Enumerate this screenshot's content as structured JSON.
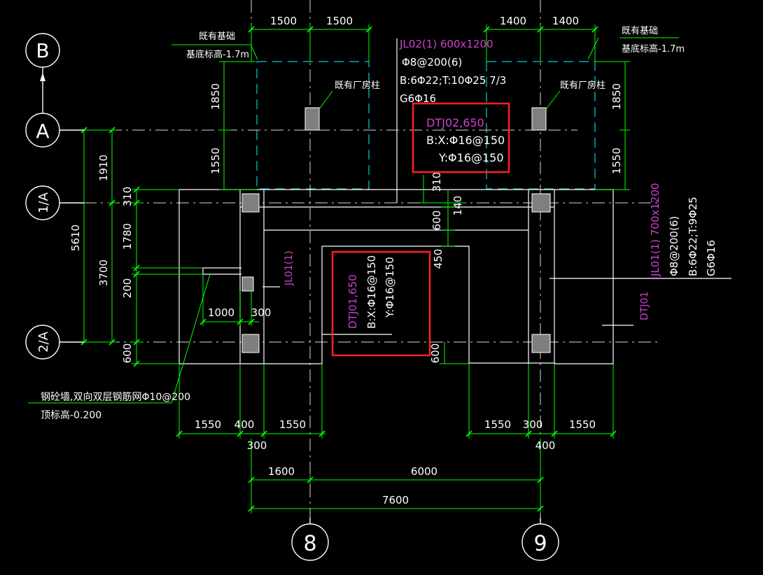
{
  "colors": {
    "background": "#000000",
    "dimension": "#00ff00",
    "axis": "#ffffff",
    "existing": "#00d0d0",
    "label": "#d040d0",
    "highlight": "#ff2020",
    "column": "#7f7f7f"
  },
  "axes": {
    "B": "B",
    "A": "A",
    "A1": "1/A",
    "A2": "2/A",
    "n8": "8",
    "n9": "9"
  },
  "top_dims": {
    "a": "1500",
    "b": "1500",
    "c": "1400",
    "d": "1400"
  },
  "left_dims": {
    "d1850": "1850",
    "d1550": "1550",
    "d1910": "1910",
    "d5610": "5610",
    "d310": "310",
    "d1780": "1780",
    "d3700": "3700",
    "d200": "200",
    "d600": "600"
  },
  "right_dims": {
    "d1850": "1850",
    "d1550": "1550"
  },
  "inner_dims": {
    "d310": "310",
    "d140": "140",
    "d600": "600",
    "d450": "450",
    "d600b": "600",
    "d1000": "1000",
    "d300": "300"
  },
  "bottom_dims": {
    "d1550a": "1550",
    "d400a": "400",
    "d1550b": "1550",
    "d300a": "300",
    "d1550c": "1550",
    "d300b": "300",
    "d1550d": "1550",
    "d400b": "400",
    "d1600": "1600",
    "d6000": "6000",
    "d7600": "7600"
  },
  "notes": {
    "existing_left_1": "既有基础",
    "existing_left_2": "基底标高-1.7m",
    "existing_right_1": "既有基础",
    "existing_right_2": "基底标高-1.7m",
    "col_left": "既有厂房柱",
    "col_right": "既有厂房柱",
    "wall_1": "钢砼墙,双向双层钢筋网Φ10@200",
    "wall_2": "顶标高-0.200"
  },
  "jl02": {
    "l1": "JL02(1) 600x1200",
    "l2": "Φ8@200(6)",
    "l3": "B:6Φ22;T:10Φ25 7/3",
    "l4": "G6Φ16"
  },
  "dtj02": {
    "l1": "DTJ02,650",
    "l2": "B:X:Φ16@150",
    "l3": "Y:Φ16@150"
  },
  "dtj01": {
    "l1": "DTJ01,650",
    "l2": "B:X:Φ16@150",
    "l3": "Y:Φ16@150"
  },
  "jl01": {
    "l1": "JL01(1) 700x1200",
    "l2": "Φ8@200(6)",
    "l3": "B:6Φ22;T:9Φ25",
    "l4": "G6Φ16",
    "tag": "JL01(1)",
    "dtj": "DTJ01"
  }
}
